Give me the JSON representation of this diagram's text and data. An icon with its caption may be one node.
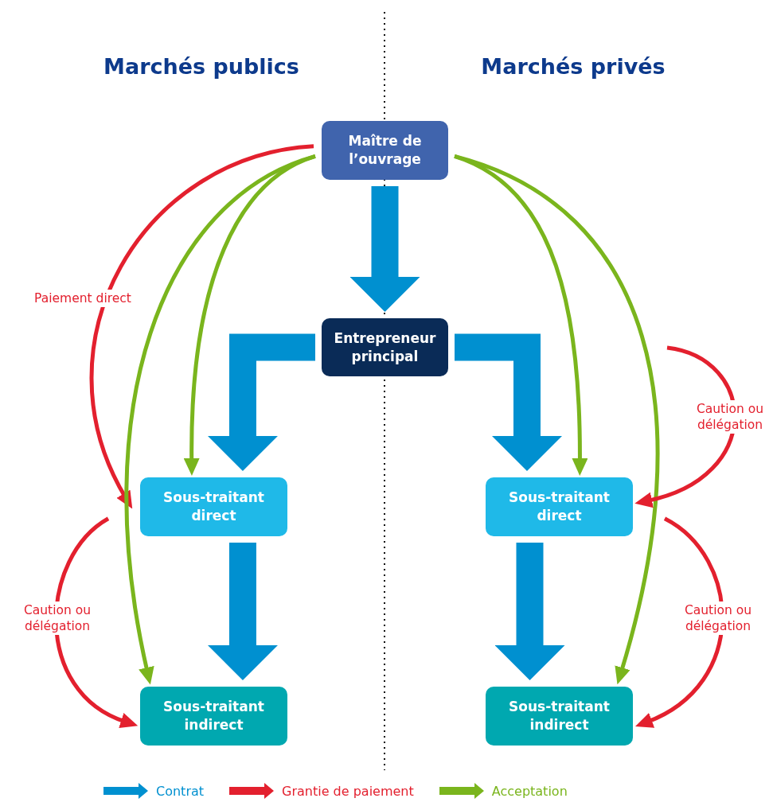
{
  "diagram": {
    "nodes": [
      {
        "text": [
          "Maître de l’ouvrage"
        ]
      },
      {
        "text": [
          "Entrepreneur principal"
        ]
      },
      {
        "text": [
          "Sous-traitant direct"
        ]
      },
      {
        "text": [
          "Sous-traitant indirect"
        ]
      },
      {
        "text": [
          "Sous-traitant direct"
        ]
      },
      {
        "text": [
          "Sous-traitant indirect"
        ]
      }
    ],
    "edges": [
      {
        "from": 0,
        "to": 1,
        "arrow": "to",
        "style": "thick",
        "color": "#0090d0"
      },
      {
        "from": 1,
        "to": 2,
        "arrow": "to",
        "style": "thick",
        "color": "#0090d0"
      },
      {
        "from": 1,
        "to": 4,
        "arrow": "to",
        "style": "thick",
        "color": "#0090d0"
      },
      {
        "from": 2,
        "to": 3,
        "arrow": "to",
        "style": "thick",
        "color": "#0090d0"
      },
      {
        "from": 4,
        "to": 5,
        "arrow": "to",
        "style": "thick",
        "color": "#0090d0"
      },
      {
        "from": 0,
        "to": 2,
        "arrow": "to",
        "label": "Paiement direct",
        "color": "#e3202e"
      },
      {
        "from": 0,
        "to": 2,
        "arrow": "to",
        "color": "#7ab51d"
      },
      {
        "from": 0,
        "to": 3,
        "arrow": "to",
        "color": "#7ab51d"
      },
      {
        "from": 0,
        "to": 4,
        "arrow": "to",
        "color": "#7ab51d"
      },
      {
        "from": 0,
        "to": 5,
        "arrow": "to",
        "color": "#7ab51d"
      },
      {
        "from": 2,
        "to": 3,
        "arrow": "to",
        "label": "Caution ou délégation",
        "color": "#e3202e"
      },
      {
        "from": null,
        "to": 4,
        "arrow": "to",
        "label": "Caution ou délégation",
        "color": "#e3202e"
      },
      {
        "from": 4,
        "to": 5,
        "arrow": "to",
        "label": "Caution ou délégation",
        "color": "#e3202e"
      }
    ],
    "labels": [
      "Marchés publics",
      "Marchés privés"
    ],
    "legend": [
      {
        "text": "Contrat",
        "color": "#0090d0"
      },
      {
        "text": "Grantie de paiement",
        "color": "#e3202e"
      },
      {
        "text": "Acceptation",
        "color": "#7ab51d"
      }
    ]
  }
}
